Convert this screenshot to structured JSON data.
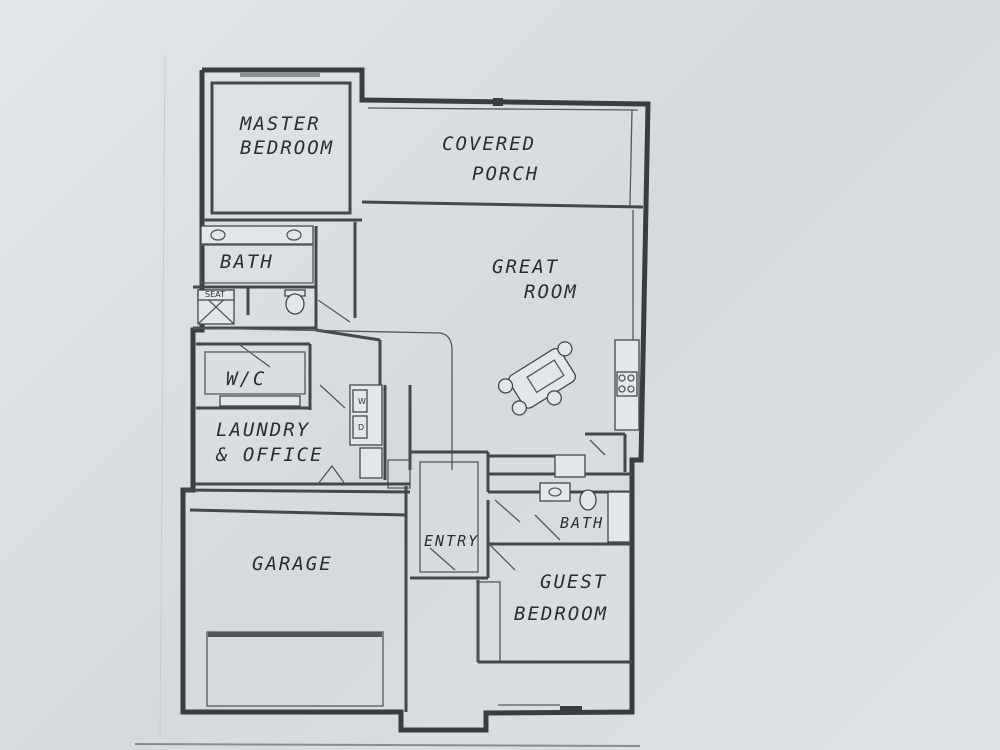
{
  "rooms": {
    "master_bedroom": [
      "MASTER",
      "BEDROOM"
    ],
    "covered_porch": [
      "COVERED",
      "PORCH"
    ],
    "bath_master": [
      "BATH"
    ],
    "great_room": [
      "GREAT",
      "ROOM"
    ],
    "wic": [
      "W/C"
    ],
    "laundry_office": [
      "LAUNDRY",
      "& OFFICE"
    ],
    "garage": [
      "GARAGE"
    ],
    "entry": [
      "ENTRY"
    ],
    "bath_guest": [
      "BATH"
    ],
    "guest_bedroom": [
      "GUEST",
      "BEDROOM"
    ]
  },
  "fixtures": {
    "seat": "SEAT",
    "washer": "W",
    "dryer": "D"
  }
}
